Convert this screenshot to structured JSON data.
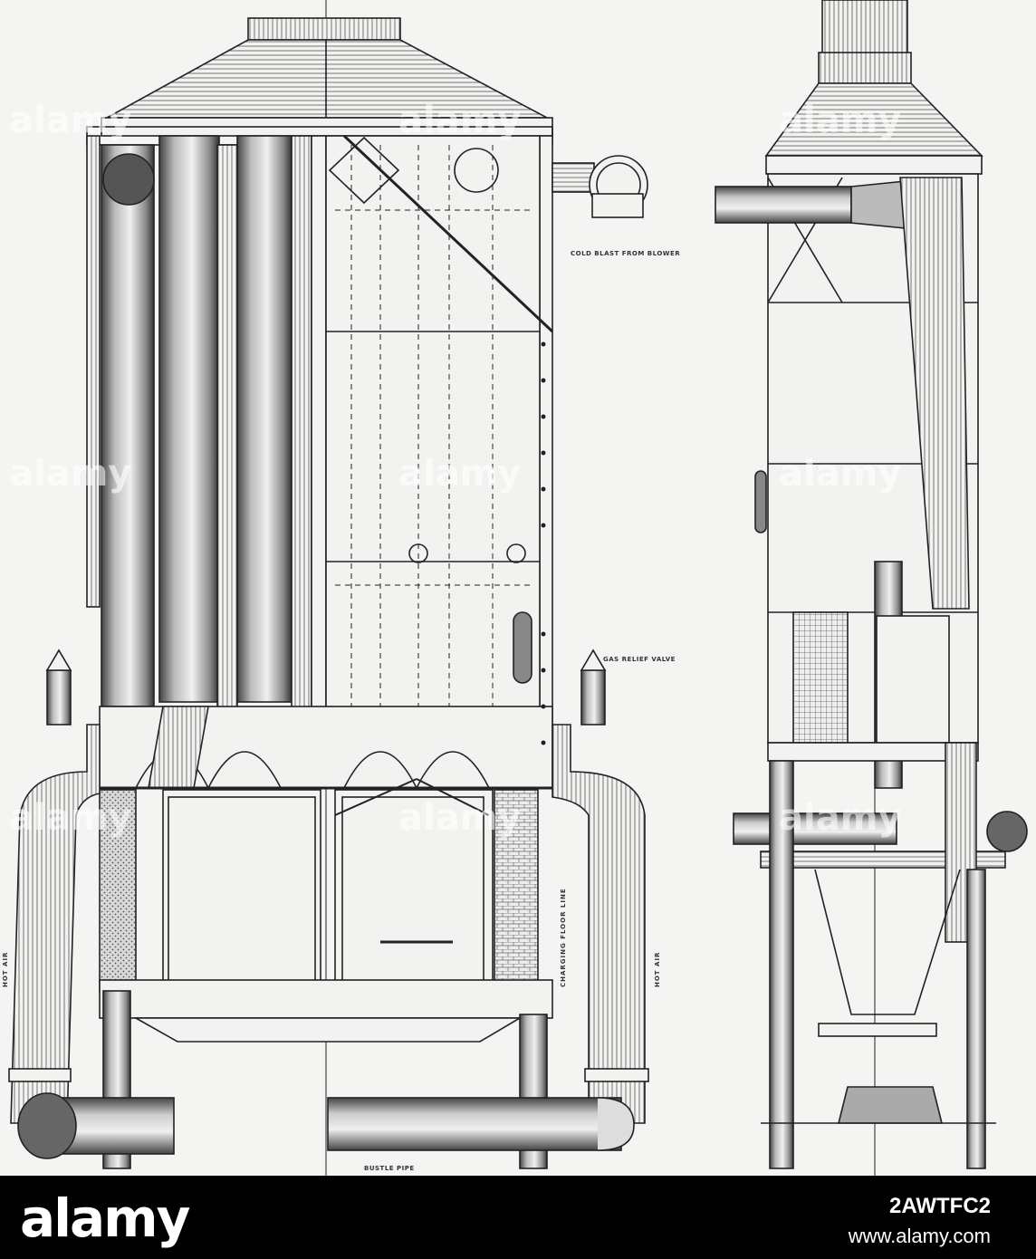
{
  "drawing": {
    "labels": {
      "cold_blast": "COLD BLAST FROM BLOWER",
      "gas_relief": "GAS RELIEF VALVE",
      "charging_floor": "CHARGING FLOOR LINE",
      "hot_air_left": "HOT AIR",
      "hot_air_right": "HOT AIR",
      "bustle_pipe": "BUSTLE PIPE"
    }
  },
  "footer": {
    "logo": "alamy",
    "image_id": "2AWTFC2",
    "url": "www.alamy.com"
  },
  "colors": {
    "footer_bg": "#000000",
    "footer_text": "#ffffff",
    "ink": "#222222",
    "paper": "#f4f4f2"
  }
}
